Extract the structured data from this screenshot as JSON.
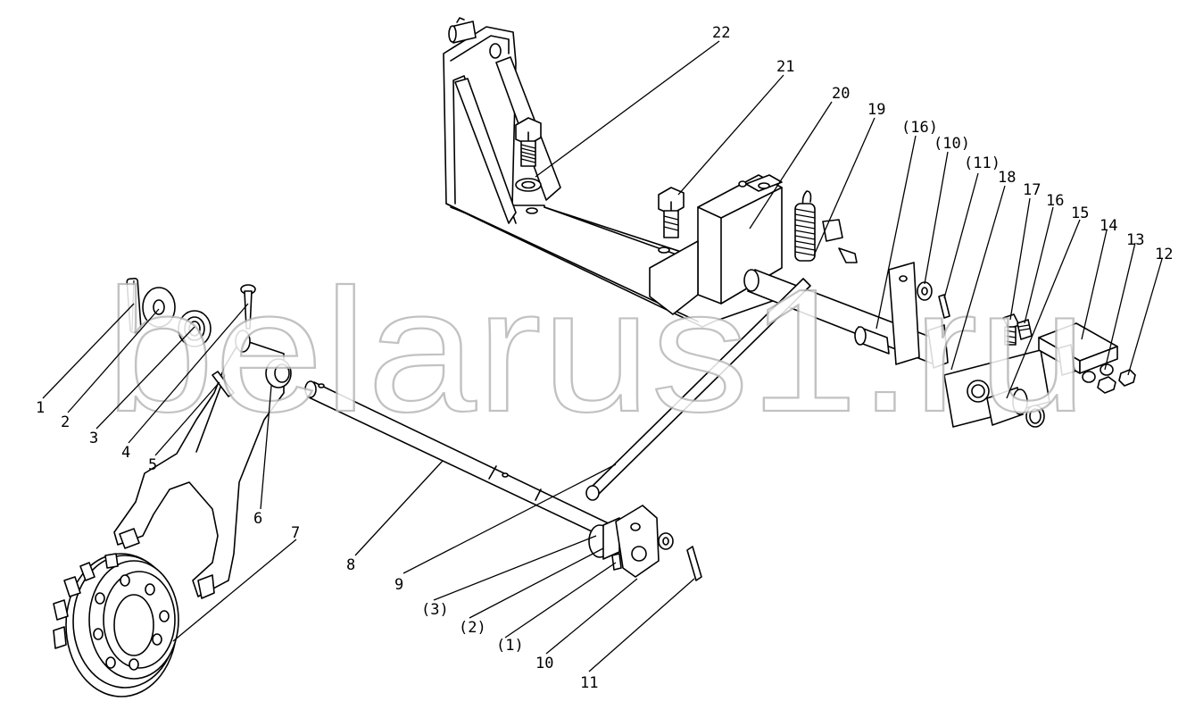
{
  "watermark": "belarus1.ru",
  "callouts": {
    "c1": "1",
    "c2": "2",
    "c3": "3",
    "c4": "4",
    "c5": "5",
    "c6": "6",
    "c7": "7",
    "c8": "8",
    "c9": "9",
    "c10": "10",
    "c11": "11",
    "c12": "12",
    "c13": "13",
    "c14": "14",
    "c15": "15",
    "c16": "16",
    "c17": "17",
    "c18": "18",
    "c19": "19",
    "c20": "20",
    "c21": "21",
    "c22": "22",
    "p1": "(1)",
    "p2": "(2)",
    "p3": "(3)",
    "p10": "(10)",
    "p11": "(11)",
    "p16": "(16)"
  },
  "colors": {
    "line": "#000000",
    "background": "#ffffff",
    "watermark_outline": "#b8b8b8"
  }
}
